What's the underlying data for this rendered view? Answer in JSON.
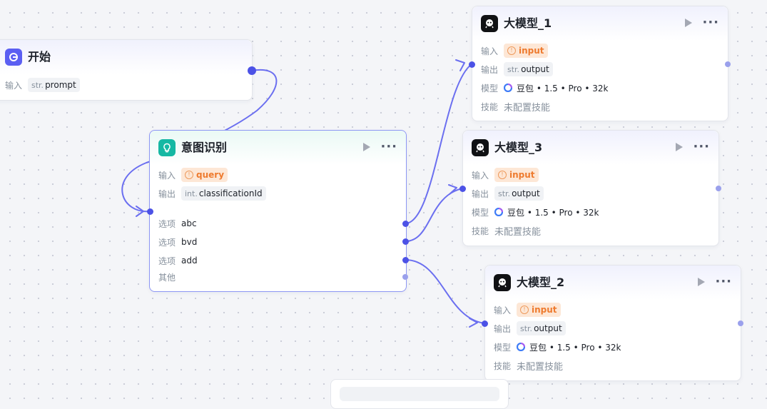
{
  "labels": {
    "input": "输入",
    "output": "输出",
    "model": "模型",
    "skill": "技能",
    "option": "选项",
    "other": "其他"
  },
  "nodes": {
    "start": {
      "title": "开始",
      "input": {
        "type": "str.",
        "name": "prompt"
      }
    },
    "intent": {
      "title": "意图识别",
      "input": {
        "name": "query"
      },
      "output": {
        "type": "int.",
        "name": "classificationId"
      },
      "options": [
        "abc",
        "bvd",
        "add"
      ]
    },
    "llm1": {
      "title": "大模型_1",
      "input": {
        "name": "input"
      },
      "output": {
        "type": "str.",
        "name": "output"
      },
      "model": "豆包 • 1.5 • Pro • 32k",
      "skill": "未配置技能"
    },
    "llm3": {
      "title": "大模型_3",
      "input": {
        "name": "input"
      },
      "output": {
        "type": "str.",
        "name": "output"
      },
      "model": "豆包 • 1.5 • Pro • 32k",
      "skill": "未配置技能"
    },
    "llm2": {
      "title": "大模型_2",
      "input": {
        "name": "input"
      },
      "output": {
        "type": "str.",
        "name": "output"
      },
      "model": "豆包 • 1.5 • Pro • 32k",
      "skill": "未配置技能"
    }
  },
  "icons": {
    "start": "start-icon",
    "intent": "lightbulb-icon",
    "llm": "llm-robot-icon",
    "model": "doubao-model-icon",
    "warning": "warning-icon",
    "run": "play-icon",
    "more": "more-icon"
  },
  "colors": {
    "accent": "#5b5ff2",
    "edge": "#6b6ff0",
    "intent_icon": "#16b8a3",
    "warning": "#ee7b2f"
  }
}
